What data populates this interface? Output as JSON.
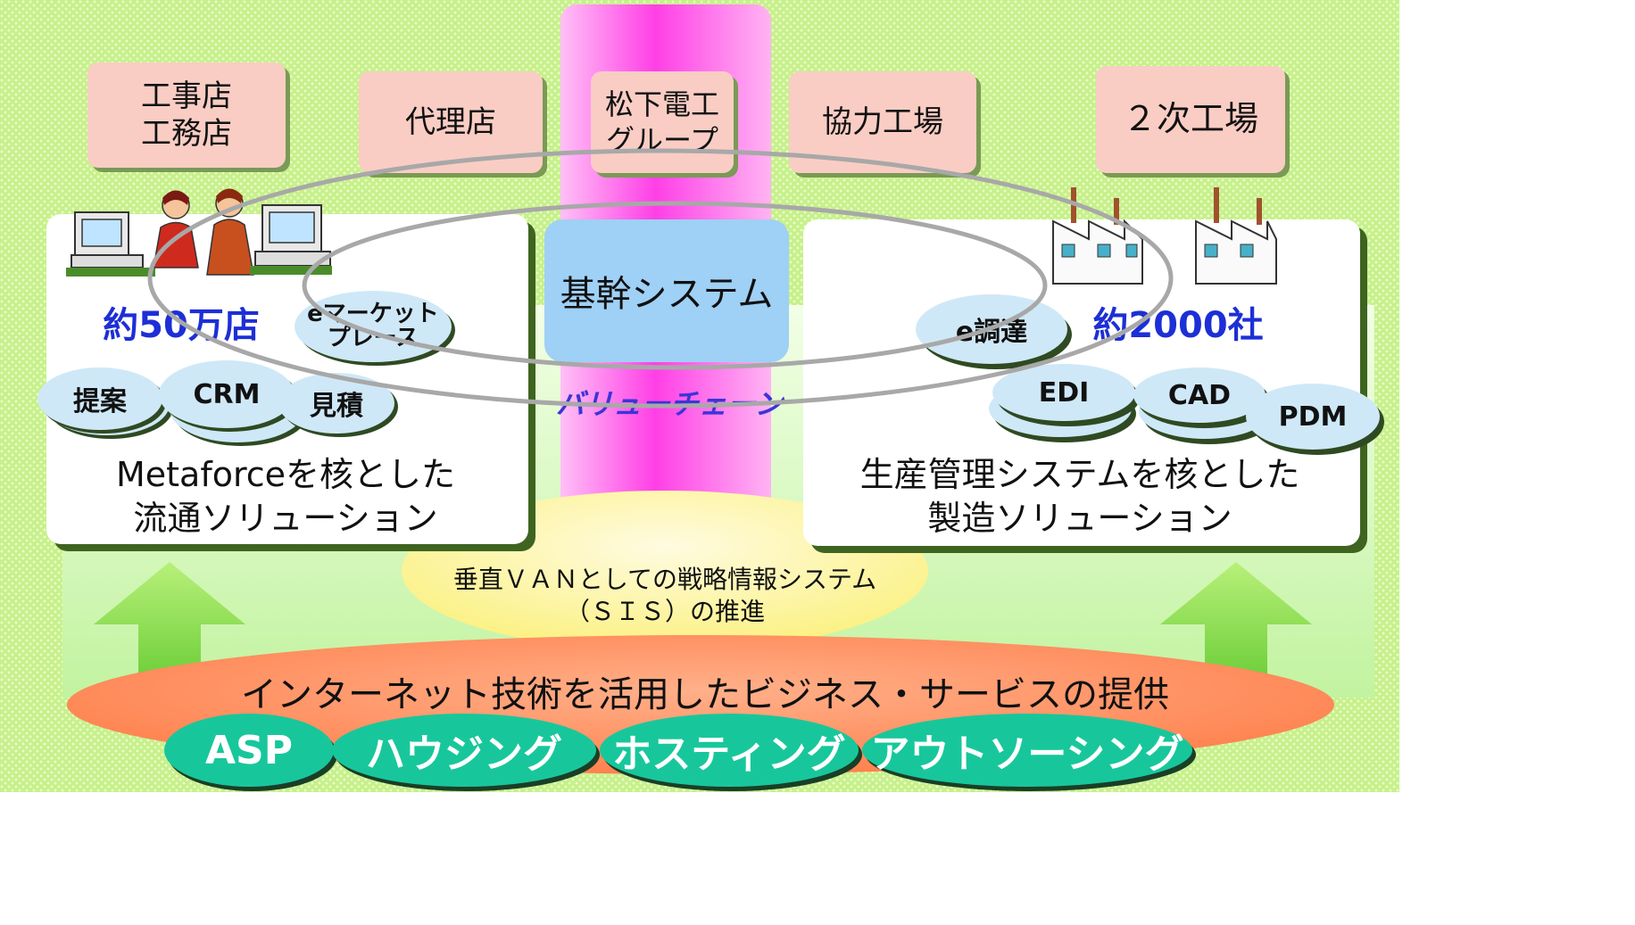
{
  "partners": {
    "contractor": "工事店\n工務店",
    "agency": "代理店",
    "matsushita": "松下電工\nグループ",
    "cooperating_factory": "協力工場",
    "secondary_factory": "２次工場"
  },
  "core_system": "基幹システム",
  "value_chain": "バリューチェーン",
  "distribution": {
    "count": "約50万店",
    "marketplace": "eマーケット\nプレース",
    "proposal": "提案",
    "crm": "CRM",
    "estimate": "見積",
    "title": "Metaforceを核とした\n流通ソリューション"
  },
  "manufacturing": {
    "count": "約2000社",
    "procurement": "e調達",
    "edi": "EDI",
    "cad": "CAD",
    "pdm": "PDM",
    "title": "生産管理システムを核とした\n製造ソリューション"
  },
  "sis": "垂直ＶＡＮとしての戦略情報システム\n（ＳＩＳ）の推進",
  "internet_business": "インターネット技術を活用したビジネス・サービスの提供",
  "services": [
    "ASP",
    "ハウジング",
    "ホスティング",
    "アウトソーシング"
  ],
  "colors": {
    "background": "#c7f08c",
    "pink_column": "#ff44ee",
    "core_system": "#9fd0f5",
    "count_text": "#1d2fd6",
    "value_chain_text": "#3b34d8",
    "service": "#17c79b",
    "orange_ellipse": "#ff8e5e"
  }
}
